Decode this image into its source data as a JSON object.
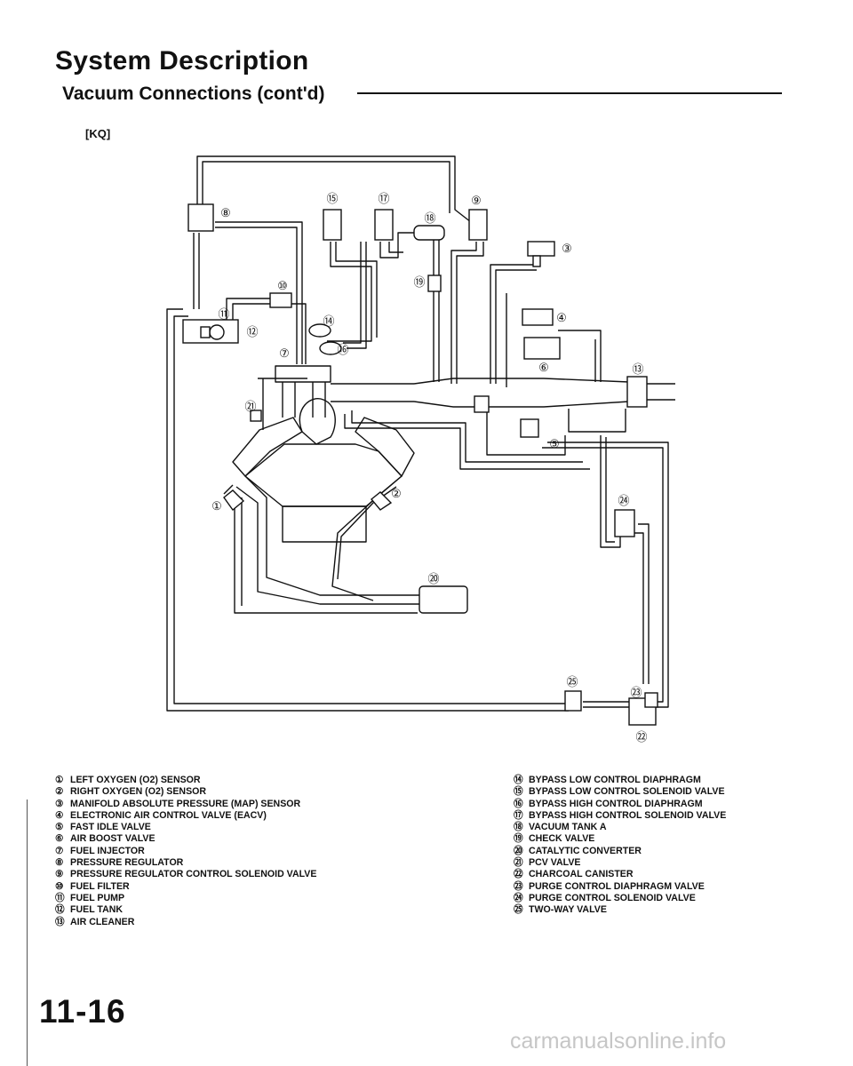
{
  "header": {
    "title": "System Description",
    "subtitle": "Vacuum Connections (cont'd)",
    "variant": "[KQ]"
  },
  "callouts": [
    "①",
    "②",
    "③",
    "④",
    "⑤",
    "⑥",
    "⑦",
    "⑧",
    "⑨",
    "⑩",
    "⑪",
    "⑫",
    "⑬",
    "⑭",
    "⑮",
    "⑯",
    "⑰",
    "⑱",
    "⑲",
    "⑳",
    "㉑",
    "㉒",
    "㉓",
    "㉔",
    "㉕"
  ],
  "legend": {
    "left": [
      {
        "num": "①",
        "label": "LEFT OXYGEN (O2) SENSOR"
      },
      {
        "num": "②",
        "label": "RIGHT OXYGEN (O2) SENSOR"
      },
      {
        "num": "③",
        "label": "MANIFOLD ABSOLUTE PRESSURE (MAP) SENSOR"
      },
      {
        "num": "④",
        "label": "ELECTRONIC AIR CONTROL VALVE (EACV)"
      },
      {
        "num": "⑤",
        "label": "FAST IDLE VALVE"
      },
      {
        "num": "⑥",
        "label": "AIR BOOST VALVE"
      },
      {
        "num": "⑦",
        "label": "FUEL INJECTOR"
      },
      {
        "num": "⑧",
        "label": "PRESSURE REGULATOR"
      },
      {
        "num": "⑨",
        "label": "PRESSURE REGULATOR CONTROL SOLENOID VALVE"
      },
      {
        "num": "⑩",
        "label": "FUEL FILTER"
      },
      {
        "num": "⑪",
        "label": "FUEL PUMP"
      },
      {
        "num": "⑫",
        "label": "FUEL TANK"
      },
      {
        "num": "⑬",
        "label": "AIR CLEANER"
      }
    ],
    "right": [
      {
        "num": "⑭",
        "label": "BYPASS LOW CONTROL DIAPHRAGM"
      },
      {
        "num": "⑮",
        "label": "BYPASS LOW CONTROL SOLENOID VALVE"
      },
      {
        "num": "⑯",
        "label": "BYPASS HIGH CONTROL DIAPHRAGM"
      },
      {
        "num": "⑰",
        "label": "BYPASS HIGH CONTROL SOLENOID VALVE"
      },
      {
        "num": "⑱",
        "label": "VACUUM TANK A"
      },
      {
        "num": "⑲",
        "label": "CHECK VALVE"
      },
      {
        "num": "⑳",
        "label": "CATALYTIC CONVERTER"
      },
      {
        "num": "㉑",
        "label": "PCV VALVE"
      },
      {
        "num": "㉒",
        "label": "CHARCOAL CANISTER"
      },
      {
        "num": "㉓",
        "label": "PURGE CONTROL DIAPHRAGM VALVE"
      },
      {
        "num": "㉔",
        "label": "PURGE CONTROL SOLENOID VALVE"
      },
      {
        "num": "㉕",
        "label": "TWO-WAY VALVE"
      }
    ]
  },
  "footer": {
    "page_number": "11-16",
    "watermark": "carmanualsonline.info"
  }
}
